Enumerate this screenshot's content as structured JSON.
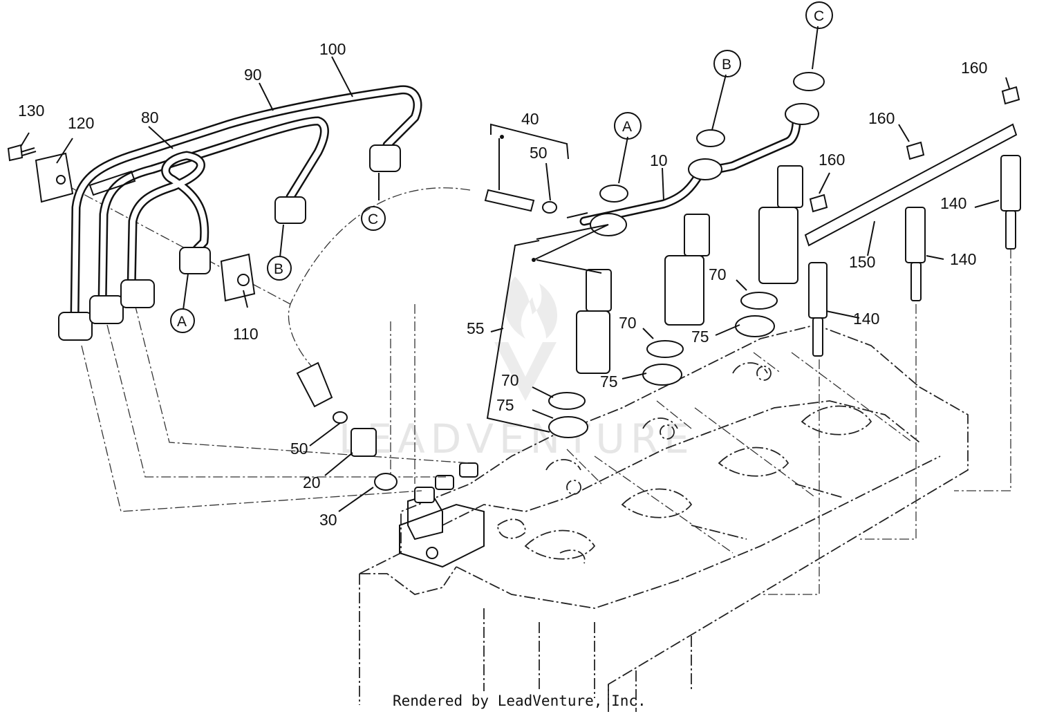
{
  "footer": "Rendered by LeadVenture, Inc.",
  "watermark": "LEADVENTURE",
  "callouts": {
    "c130": "130",
    "c120": "120",
    "c80": "80",
    "c90": "90",
    "c100": "100",
    "c110": "110",
    "c40": "40",
    "c50a": "50",
    "c10": "10",
    "c160a": "160",
    "c160b": "160",
    "c160c": "160",
    "c140a": "140",
    "c140b": "140",
    "c140c": "140",
    "c150": "150",
    "c55": "55",
    "c70a": "70",
    "c70b": "70",
    "c70c": "70",
    "c75a": "75",
    "c75b": "75",
    "c75c": "75",
    "c50b": "50",
    "c20": "20",
    "c30": "30"
  },
  "letters": {
    "a1": "A",
    "b1": "B",
    "c1": "C",
    "a2": "A",
    "b2": "B",
    "c2": "C"
  }
}
